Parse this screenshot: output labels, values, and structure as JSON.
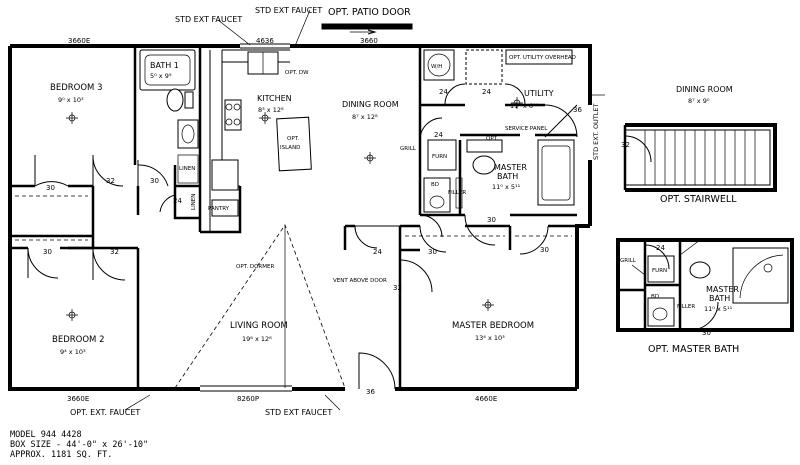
{
  "labels": {
    "std_ext_faucet_top_left": "STD EXT FAUCET",
    "std_ext_faucet_top_right": "STD EXT FAUCET",
    "opt_patio_door": "OPT. PATIO DOOR",
    "dim_top_left": "3660E",
    "dim_top_mid": "4636",
    "dim_top_right": "3660",
    "dim_bottom_left": "3660E",
    "dim_bottom_mid": "8260P",
    "dim_bottom_right": "4660E",
    "opt_ext_faucet_bottom": "OPT. EXT. FAUCET",
    "std_ext_faucet_bottom": "STD EXT FAUCET",
    "std_ext_outlet": "STD EXT. OUTLET",
    "opt_dw": "OPT. DW",
    "opt_utility_overhead": "OPT. UTILITY OVERHEAD",
    "wh": "W/H",
    "service_panel": "SERVICE PANEL",
    "grill": "GRILL",
    "furn": "FURN",
    "bd": "BD",
    "filler": "FILLER",
    "linen_upper": "LINEN",
    "linen_lower": "LINEN",
    "pantry": "PANTRY",
    "opt_island_1": "OPT.",
    "opt_island_2": "ISLAND",
    "opt_dormer": "OPT. DORMER",
    "vent_above_door": "VENT ABOVE DOOR",
    "opt_small": "OPT",
    "opt_stairwell": "OPT. STAIRWELL",
    "opt_master_bath": "OPT. MASTER BATH",
    "alt_service_panel": "SERVICE PANEL",
    "alt_grill": "GRILL",
    "alt_furn": "FURN",
    "alt_bd": "BD",
    "alt_filler": "FILLER"
  },
  "rooms": {
    "bedroom3": {
      "name": "BEDROOM 3",
      "size": "9⁰ x 10³"
    },
    "bath1": {
      "name": "BATH 1",
      "size": "5⁰ x 9⁹"
    },
    "kitchen": {
      "name": "KITCHEN",
      "size": "8³ x 12⁸"
    },
    "dining": {
      "name": "DINING ROOM",
      "size": "8⁷ x 12⁸"
    },
    "utility": {
      "name": "UTILITY",
      "size": "11⁵ x 6¹⁰"
    },
    "master_bath": {
      "name": "MASTER",
      "name2": "BATH",
      "size": "11⁰ x 5¹¹"
    },
    "bedroom2": {
      "name": "BEDROOM 2",
      "size": "9⁴ x 10³"
    },
    "living": {
      "name": "LIVING ROOM",
      "size": "19⁶ x 12⁸"
    },
    "master_bedroom": {
      "name": "MASTER BEDROOM",
      "size": "13⁴ x 10³"
    },
    "alt_dining": {
      "name": "DINING ROOM",
      "size": "8⁷ x 9⁰"
    },
    "alt_master_bath": {
      "name": "MASTER",
      "name2": "BATH",
      "size": "11⁰ x 5¹¹"
    }
  },
  "door_sizes": {
    "d30_bed3": "30",
    "d32_bed3": "32",
    "d30_bath": "30",
    "d24_linen": "24",
    "d24_wh": "24",
    "d24_util": "24",
    "d36_util": "36",
    "d24_furn": "24",
    "d30_master": "30",
    "d24_closet": "24",
    "d30_closet": "30",
    "d30_closet2": "30",
    "d30_bed2": "30",
    "d32_bed2": "32",
    "d32_vent": "32",
    "d36_front": "36",
    "d32_stair": "32",
    "d24_alt": "24",
    "d30_alt": "30"
  },
  "model": {
    "line1": "MODEL 944  4428",
    "line2": "BOX SIZE - 44'-0\" x 26'-10\"",
    "line3": "APPROX. 1181 SQ. FT."
  }
}
